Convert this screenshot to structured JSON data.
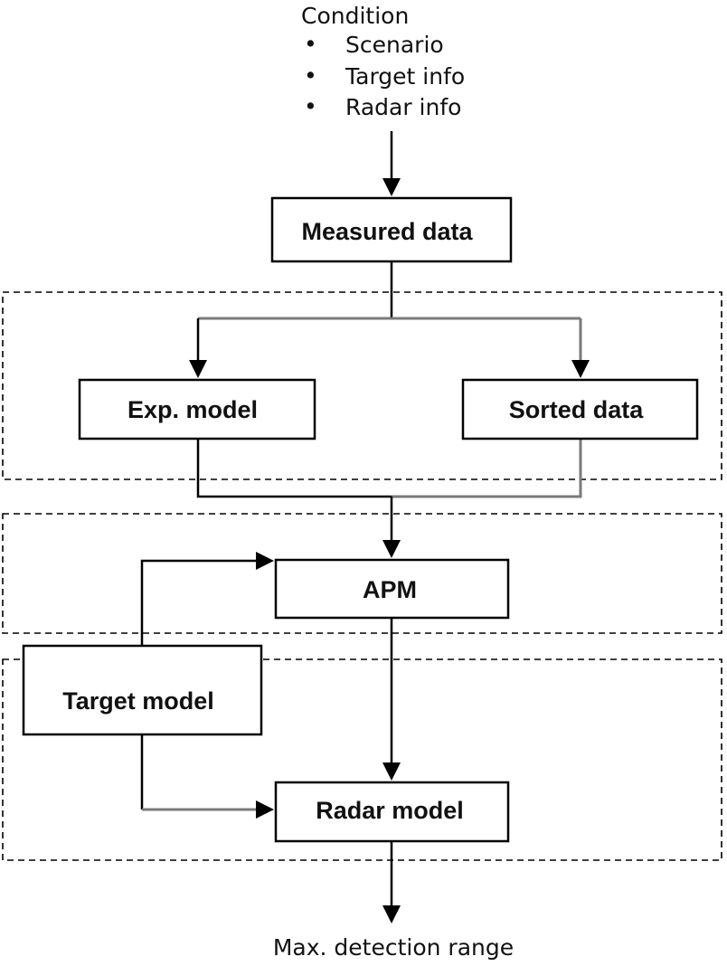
{
  "condition": {
    "title": "Condition",
    "bullet": "•",
    "items": [
      "Scenario",
      "Target info",
      "Radar info"
    ]
  },
  "nodes": {
    "measured_data": "Measured data",
    "exp_model": "Exp. model",
    "sorted_data": "Sorted data",
    "apm": "APM",
    "target_model": "Target model",
    "radar_model": "Radar model"
  },
  "output": {
    "label": "Max. detection range"
  },
  "colors": {
    "box_border": "#000000",
    "group_border": "#000000",
    "connector_gray": "#7a7a7a",
    "connector_black": "#000000",
    "text": "#111111"
  }
}
